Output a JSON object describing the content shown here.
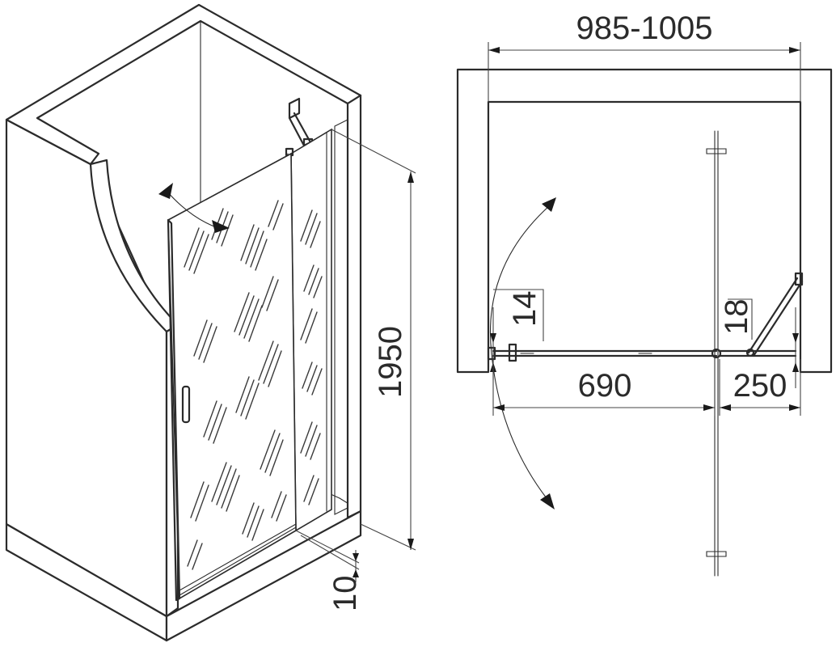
{
  "dimensions": {
    "total_width": "985-1005",
    "door_width": "690",
    "fixed_panel_width": "250",
    "height": "1950",
    "bottom_gap": "10",
    "hinge_offset": "14",
    "fixed_offset": "18"
  },
  "colors": {
    "line": "#2b2b2b",
    "background": "#ffffff"
  }
}
